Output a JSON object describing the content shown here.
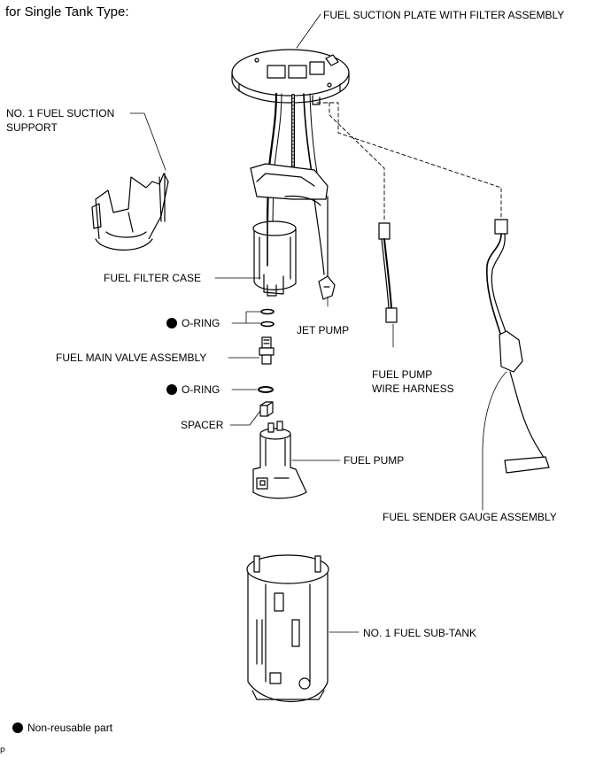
{
  "title": "for Single Tank Type:",
  "labels": {
    "fuel_suction_plate": "FUEL SUCTION PLATE WITH FILTER ASSEMBLY",
    "no1_fuel_suction_support_line1": "NO. 1 FUEL SUCTION",
    "no1_fuel_suction_support_line2": "SUPPORT",
    "fuel_filter_case": "FUEL FILTER CASE",
    "o_ring_1": "O-RING",
    "jet_pump": "JET PUMP",
    "fuel_main_valve_assembly": "FUEL MAIN VALVE ASSEMBLY",
    "o_ring_2": "O-RING",
    "spacer": "SPACER",
    "fuel_pump": "FUEL PUMP",
    "fuel_pump_wire_harness_line1": "FUEL PUMP",
    "fuel_pump_wire_harness_line2": "WIRE HARNESS",
    "fuel_sender_gauge_assembly": "FUEL SENDER GAUGE ASSEMBLY",
    "no1_fuel_sub_tank": "NO. 1 FUEL SUB-TANK"
  },
  "legend": {
    "symbol": "black-dot",
    "text": "Non-reusable part"
  },
  "footer_mark": "P"
}
